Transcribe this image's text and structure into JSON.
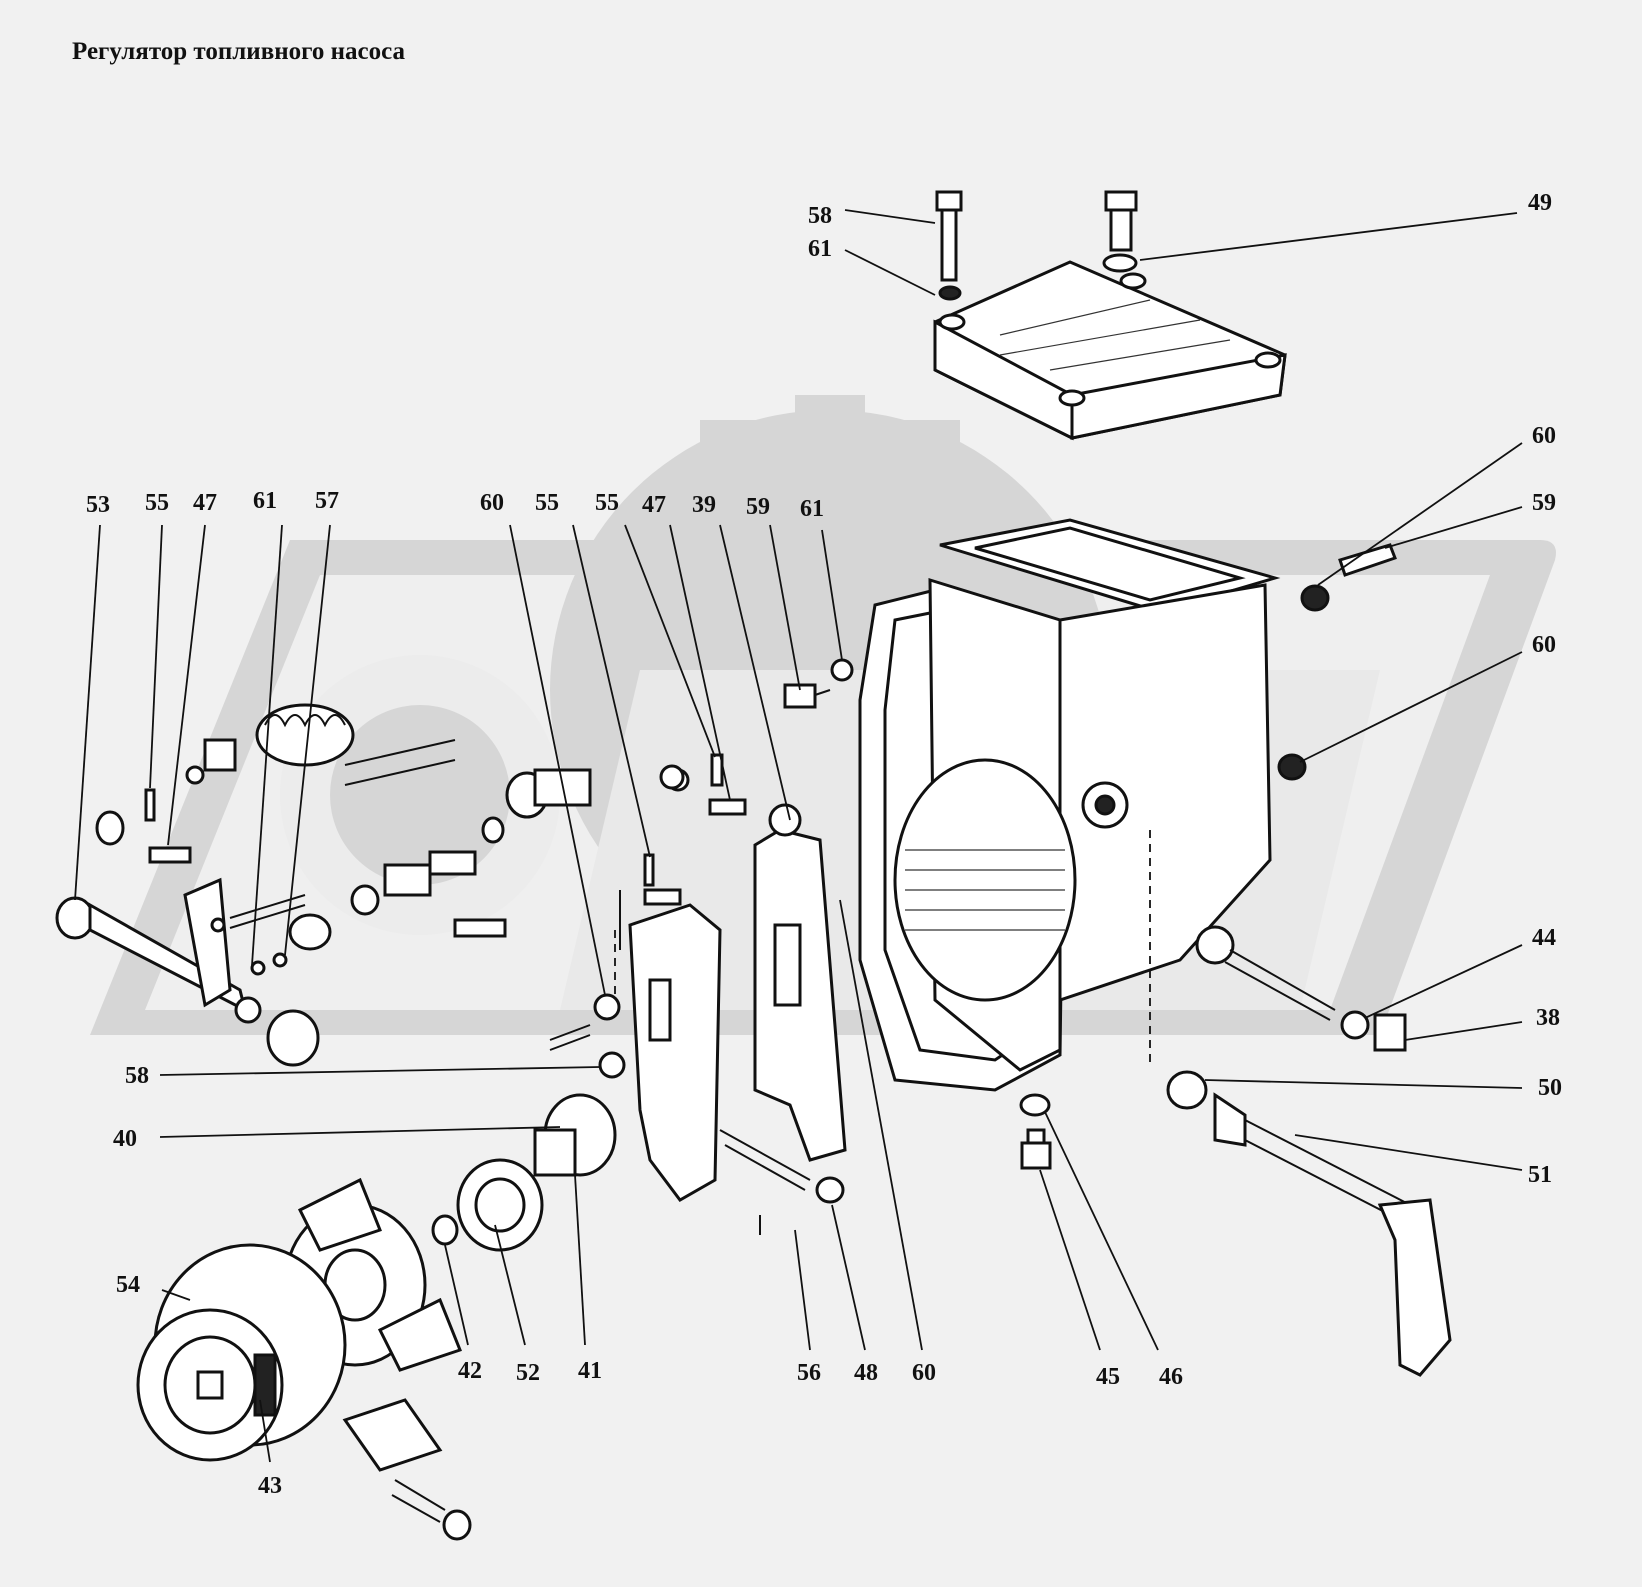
{
  "title": "Регулятор топливного насоса",
  "callouts": [
    {
      "id": "c58a",
      "label": "58"
    },
    {
      "id": "c61a",
      "label": "61"
    },
    {
      "id": "c49",
      "label": "49"
    },
    {
      "id": "c60a",
      "label": "60"
    },
    {
      "id": "c59a",
      "label": "59"
    },
    {
      "id": "c60b",
      "label": "60"
    },
    {
      "id": "c53",
      "label": "53"
    },
    {
      "id": "c55a",
      "label": "55"
    },
    {
      "id": "c47a",
      "label": "47"
    },
    {
      "id": "c61b",
      "label": "61"
    },
    {
      "id": "c57",
      "label": "57"
    },
    {
      "id": "c60c",
      "label": "60"
    },
    {
      "id": "c55b",
      "label": "55"
    },
    {
      "id": "c55c",
      "label": "55"
    },
    {
      "id": "c47b",
      "label": "47"
    },
    {
      "id": "c39",
      "label": "39"
    },
    {
      "id": "c59b",
      "label": "59"
    },
    {
      "id": "c61c",
      "label": "61"
    },
    {
      "id": "c44",
      "label": "44"
    },
    {
      "id": "c38",
      "label": "38"
    },
    {
      "id": "c50",
      "label": "50"
    },
    {
      "id": "c51",
      "label": "51"
    },
    {
      "id": "c58b",
      "label": "58"
    },
    {
      "id": "c40",
      "label": "40"
    },
    {
      "id": "c54",
      "label": "54"
    },
    {
      "id": "c42",
      "label": "42"
    },
    {
      "id": "c52",
      "label": "52"
    },
    {
      "id": "c41",
      "label": "41"
    },
    {
      "id": "c56",
      "label": "56"
    },
    {
      "id": "c48",
      "label": "48"
    },
    {
      "id": "c60d",
      "label": "60"
    },
    {
      "id": "c45",
      "label": "45"
    },
    {
      "id": "c46",
      "label": "46"
    },
    {
      "id": "c43",
      "label": "43"
    }
  ]
}
